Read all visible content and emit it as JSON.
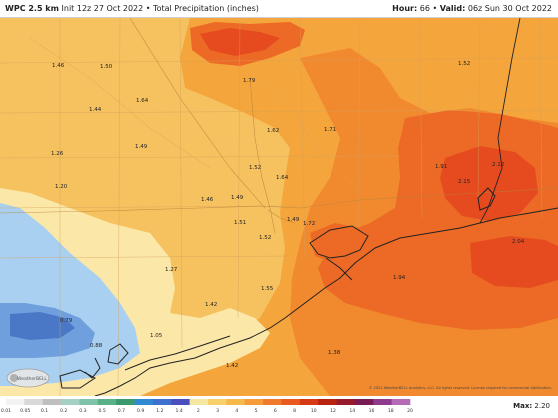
{
  "header": {
    "model": "WPC 2.5 km",
    "init": "Init 12z 27 Oct 2022",
    "sep": "•",
    "product": "Total Precipitation (inches)",
    "hour_label": "Hour:",
    "hour": "66",
    "valid_label": "Valid:",
    "valid": "06z Sun 30 Oct 2022"
  },
  "map": {
    "values": [
      {
        "id": "v1",
        "text": "1.46"
      },
      {
        "id": "v2",
        "text": "1.50"
      },
      {
        "id": "v3",
        "text": "1.79"
      },
      {
        "id": "v4",
        "text": "1.52"
      },
      {
        "id": "v5",
        "text": "1.44"
      },
      {
        "id": "v6",
        "text": "1.64"
      },
      {
        "id": "v7",
        "text": "1.62"
      },
      {
        "id": "v8",
        "text": "1.71"
      },
      {
        "id": "v9",
        "text": "1.26"
      },
      {
        "id": "v10",
        "text": "1.49"
      },
      {
        "id": "v11",
        "text": "1.52"
      },
      {
        "id": "v12",
        "text": "1.64"
      },
      {
        "id": "v13",
        "text": "1.91"
      },
      {
        "id": "v14",
        "text": "2.12"
      },
      {
        "id": "v15",
        "text": "2.15"
      },
      {
        "id": "v16",
        "text": "1.20"
      },
      {
        "id": "v17",
        "text": "1.46"
      },
      {
        "id": "v18",
        "text": "1.49"
      },
      {
        "id": "v19",
        "text": "1.51"
      },
      {
        "id": "v20",
        "text": "1.49"
      },
      {
        "id": "v21",
        "text": "1.72"
      },
      {
        "id": "v22",
        "text": "1.52"
      },
      {
        "id": "v23",
        "text": "2.04"
      },
      {
        "id": "v24",
        "text": "1.27"
      },
      {
        "id": "v25",
        "text": "1.94"
      },
      {
        "id": "v26",
        "text": "1.55"
      },
      {
        "id": "v27",
        "text": "1.42"
      },
      {
        "id": "v28",
        "text": "0.79"
      },
      {
        "id": "v29",
        "text": "1.05"
      },
      {
        "id": "v30",
        "text": "0.88"
      },
      {
        "id": "v31",
        "text": "1.42"
      },
      {
        "id": "v32",
        "text": "1.38"
      }
    ],
    "credit": "© 2022 WeatherBELL Analytics, LLC. All rights reserved. License required for commercial distribution.",
    "logo_text": "WeatherBELL"
  },
  "legend": {
    "ticks": [
      "0.01",
      "0.05",
      "0.1",
      "0.2",
      "0.3",
      "0.5",
      "0.7",
      "0.9",
      "1.2",
      "1.4",
      "2",
      "3",
      "4",
      "5",
      "6",
      "8",
      "10",
      "12",
      "14",
      "16",
      "18",
      "20"
    ],
    "colors": [
      "#f2f2f2",
      "#d9d9d9",
      "#bfbfbf",
      "#a3d2c4",
      "#7ec3a9",
      "#58b187",
      "#3a9a6e",
      "#2f8ad1",
      "#3f6fcf",
      "#4a4fc0",
      "#f5e6a0",
      "#f7cf6b",
      "#f7b84a",
      "#f59c38",
      "#ef7a2c",
      "#e85a1f",
      "#d63a14",
      "#b82210",
      "#951a2c",
      "#7a1a55",
      "#8e3a8e",
      "#b56bb5"
    ],
    "max_label": "Max:",
    "max_value": "2.20"
  },
  "colors": {
    "pale_yellow": "#fbe7a8",
    "light_orange": "#f6c15f",
    "orange": "#f4a53c",
    "deep_orange": "#f18a2f",
    "red_orange": "#ec6a25",
    "red": "#e64b1f",
    "light_blue": "#a9d0f0",
    "blue": "#6f9fdc",
    "dark_blue": "#4a78c6"
  }
}
